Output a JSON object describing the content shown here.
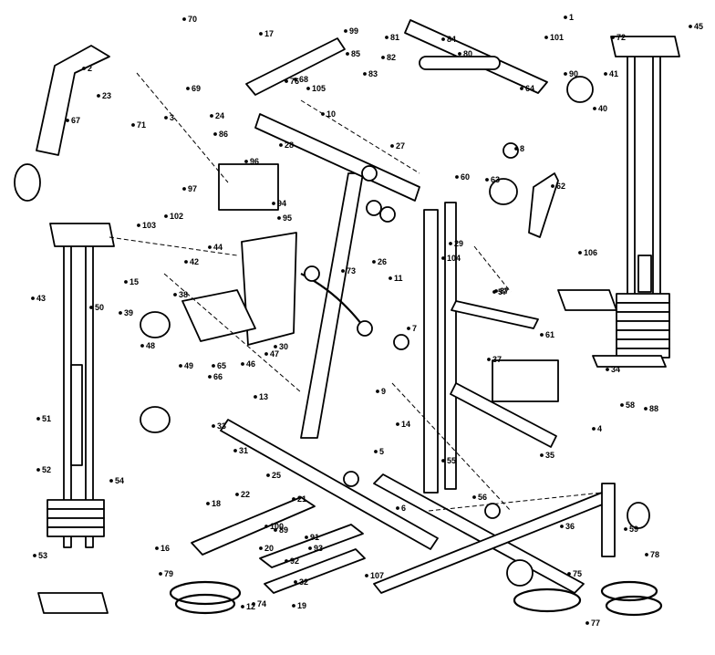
{
  "diagram": {
    "callouts": [
      "70",
      "17",
      "99",
      "85",
      "81",
      "84",
      "1",
      "101",
      "72",
      "45",
      "67",
      "23",
      "71",
      "3",
      "24",
      "69",
      "86",
      "76",
      "105",
      "10",
      "83",
      "82",
      "80",
      "2",
      "90",
      "64",
      "40",
      "8",
      "41",
      "68",
      "97",
      "96",
      "94",
      "95",
      "28",
      "27",
      "60",
      "63",
      "62",
      "44",
      "39",
      "38",
      "48",
      "30",
      "65",
      "66",
      "73",
      "11",
      "104",
      "57",
      "61",
      "106",
      "37",
      "29",
      "43",
      "50",
      "51",
      "52",
      "53",
      "54",
      "47",
      "13",
      "25",
      "42",
      "33",
      "22",
      "21",
      "20",
      "18",
      "19",
      "32",
      "31",
      "34",
      "35",
      "36",
      "58",
      "59",
      "79",
      "74",
      "75",
      "77",
      "78",
      "12",
      "26",
      "14",
      "9",
      "6",
      "7",
      "5",
      "4",
      "55",
      "56",
      "87",
      "88",
      "89",
      "91",
      "92",
      "93",
      "100",
      "102",
      "103",
      "107",
      "15",
      "16",
      "46",
      "49"
    ]
  }
}
